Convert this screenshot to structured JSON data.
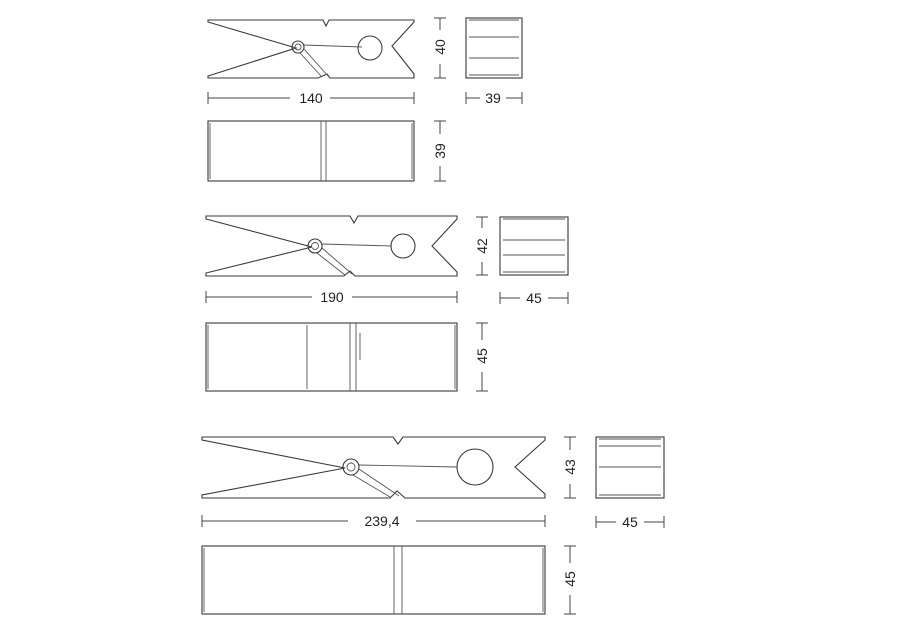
{
  "diagram": {
    "dimensions": {
      "small": {
        "length": "140",
        "height": "40",
        "depth": "39",
        "side_height": "39"
      },
      "medium": {
        "length": "190",
        "height": "42",
        "depth": "45",
        "side_height": "45"
      },
      "large": {
        "length": "239,4",
        "height": "43",
        "depth": "45",
        "side_height": "45"
      }
    },
    "colors": {
      "line": "#3a3a3a",
      "background": "#ffffff"
    }
  }
}
